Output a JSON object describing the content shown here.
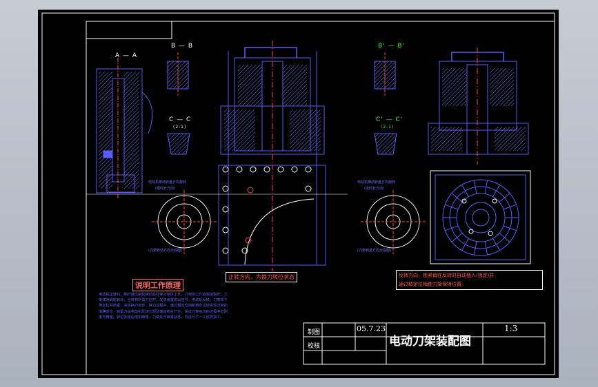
{
  "colors": {
    "background": "#b4bbc4",
    "sheet": "#000000",
    "outline": "#ffffff",
    "part": "#5a5aff",
    "centerline": "#ff4444",
    "hatch": "#7a7aff"
  },
  "sections": {
    "a_left": "A — A",
    "b_left": "B — B",
    "c_left": "C — C",
    "c_left_scale": "(2:1)",
    "b_right": "B' — B'",
    "c_right": "C' — C'",
    "c_right_scale": "(2:1)"
  },
  "annotations": {
    "left_top": "电动机带动转盘方向旋转",
    "left_top2": "(顺时针方向)",
    "left_bottom": "(刀架转动方向示意图)",
    "right_top": "电动机带动转盘方向旋转",
    "right_top2": "(逆时针方向)",
    "right_bottom": "(刀架锁紧方向示意图)",
    "center_caption": "正转方向，为换刀转位状态",
    "right_caption_1": "反转方向，锁紧销在反转时自动插入(锁定)并",
    "right_caption_2": "通过精定位销使刀架保持位置。"
  },
  "notes": {
    "title": "说明工作原理",
    "body": "电动机正转时，蜗杆通过蜗轮带动丝杠使刀架体上升，刀架体上升后端齿脱开，刀架体随蜗轮转动，当转到所需刀位时，发信装置发出信号，电动机反转，刀架体下降定位并锁紧，完成换刀动作。换刀过程中，通过粗定位销和精定位销实现刀架的准确定位，锁紧力由电动机反转力矩及端齿啮合产生，保证刀架在切削过程中的刚度与精度。转位完成后电机断电，刀架处于锁紧状态，可进行下一工序的加工。"
  },
  "title_block": {
    "drawn_label": "制图",
    "drawn_date": "05.7.23",
    "checked_label": "校核",
    "title": "电动刀架装配图",
    "scale": "1:3"
  }
}
